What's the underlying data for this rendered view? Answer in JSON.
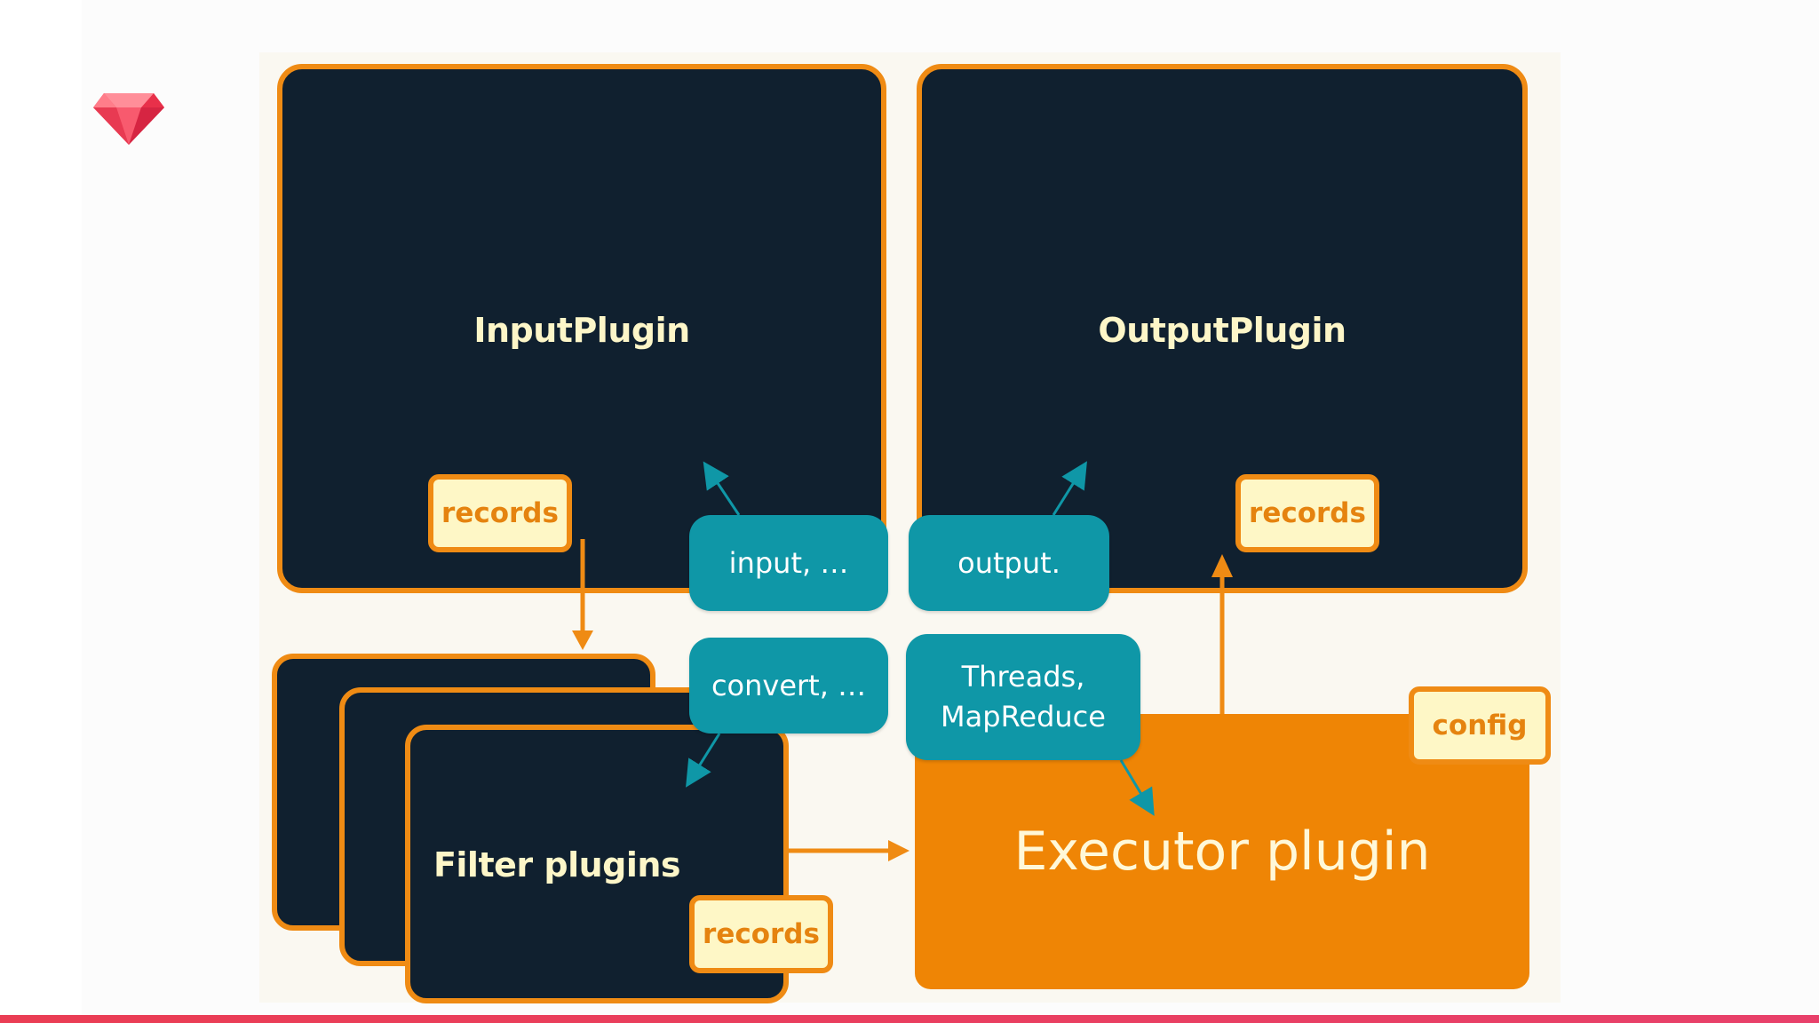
{
  "diagram": {
    "input_plugin": {
      "title": "InputPlugin",
      "records_label": "records"
    },
    "output_plugin": {
      "title": "OutputPlugin",
      "records_label": "records"
    },
    "filter_plugins": {
      "title": "Filter plugins",
      "records_label": "records"
    },
    "executor_plugin": {
      "title": "Executor plugin",
      "config_label": "config"
    },
    "tags": {
      "input": "input, …",
      "output": "output.",
      "convert": "convert, …",
      "threads_line1": "Threads,",
      "threads_line2": "MapReduce"
    }
  },
  "colors": {
    "accent_orange": "#ef8b14",
    "dark_panel": "#10202f",
    "teal": "#0f97a7",
    "label_fill": "#fef7c6",
    "bottom_bar": "#ea3d54"
  },
  "icons": {
    "logo": "ruby-gem-icon"
  }
}
